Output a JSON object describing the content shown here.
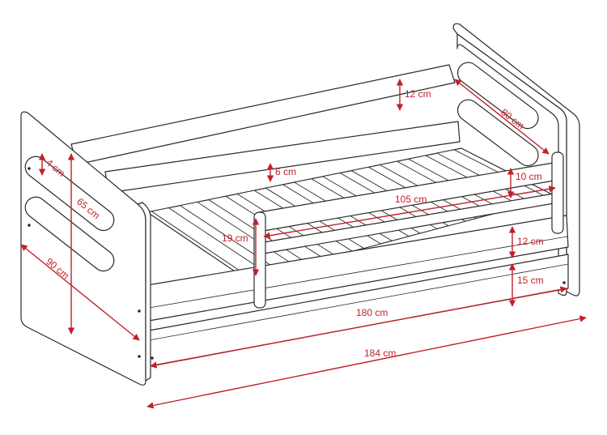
{
  "dimensions": {
    "top_rail_height": "12 cm",
    "headboard_opening": "80 cm",
    "slat_gap": "6 cm",
    "side_rail_height": "10 cm",
    "guard_length": "105 cm",
    "guard_height": "19 cm",
    "front_board_height": "12 cm",
    "drawer_height": "15 cm",
    "mattress_length": "180 cm",
    "total_length": "184 cm",
    "total_width": "90 cm",
    "total_height": "65 cm",
    "cutout_height": "4 cm"
  },
  "colors": {
    "dimension": "#c0202a",
    "outline": "#2a2a2a",
    "background": "#ffffff"
  }
}
